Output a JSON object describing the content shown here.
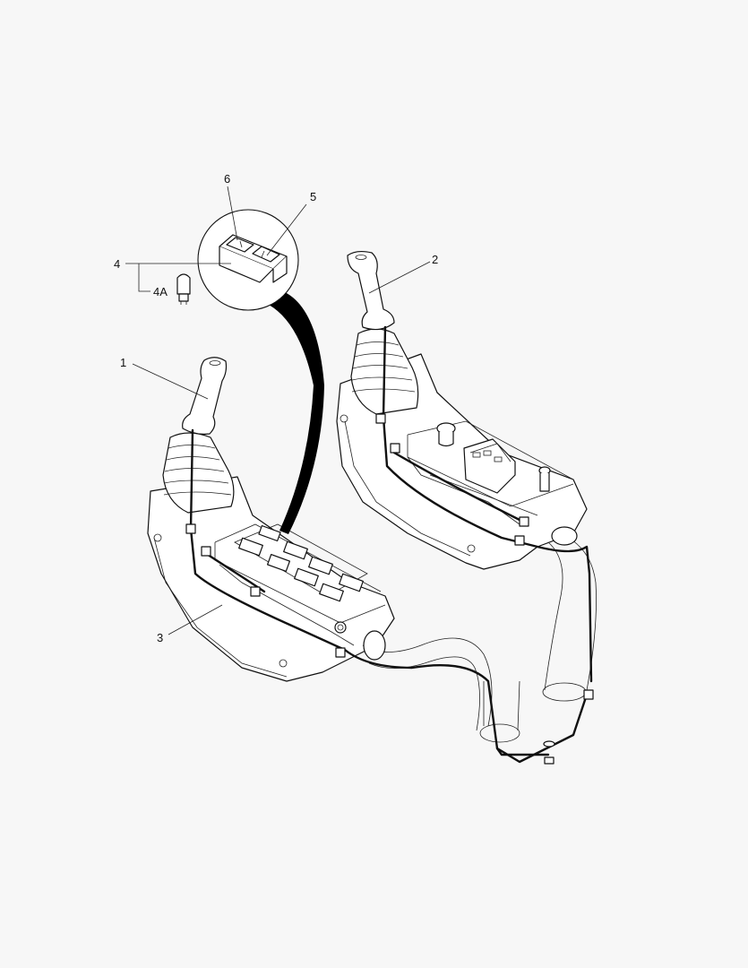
{
  "callouts": {
    "c1": "1",
    "c2": "2",
    "c3": "3",
    "c4": "4",
    "c4a": "4A",
    "c5": "5",
    "c6": "6"
  },
  "colors": {
    "background": "#f7f7f7",
    "line": "#111111"
  }
}
